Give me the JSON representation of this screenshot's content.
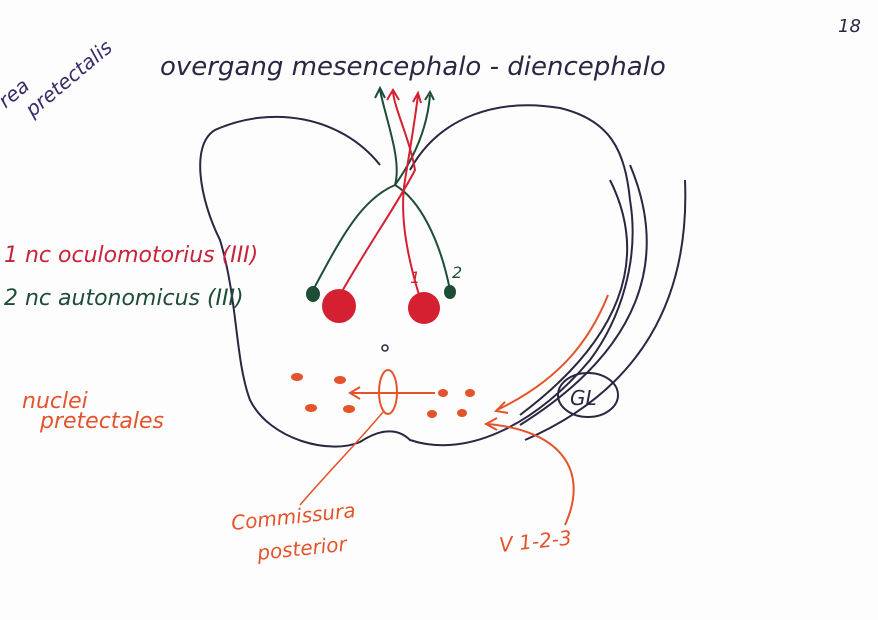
{
  "page_number": "18",
  "title": "overgang mesencephalo - diencephalo",
  "side_label": [
    "rea",
    "pretectalis"
  ],
  "legend": [
    {
      "text": "1 nc oculomotorius (III)",
      "color": "#c8233a"
    },
    {
      "text": "2 nc autonomicus (III)",
      "color": "#1e4d36"
    }
  ],
  "markers": {
    "one": "1",
    "two": "2"
  },
  "nuclei_label": [
    "nuclei",
    "pretectales"
  ],
  "gl_label": "GL",
  "commissura_label": [
    "Commissura",
    "posterior"
  ],
  "input_label": "V 1-2-3",
  "colors": {
    "outline": "#2b2642",
    "green": "#1e4d36",
    "red": "#d42030",
    "orange": "#e4542c"
  }
}
